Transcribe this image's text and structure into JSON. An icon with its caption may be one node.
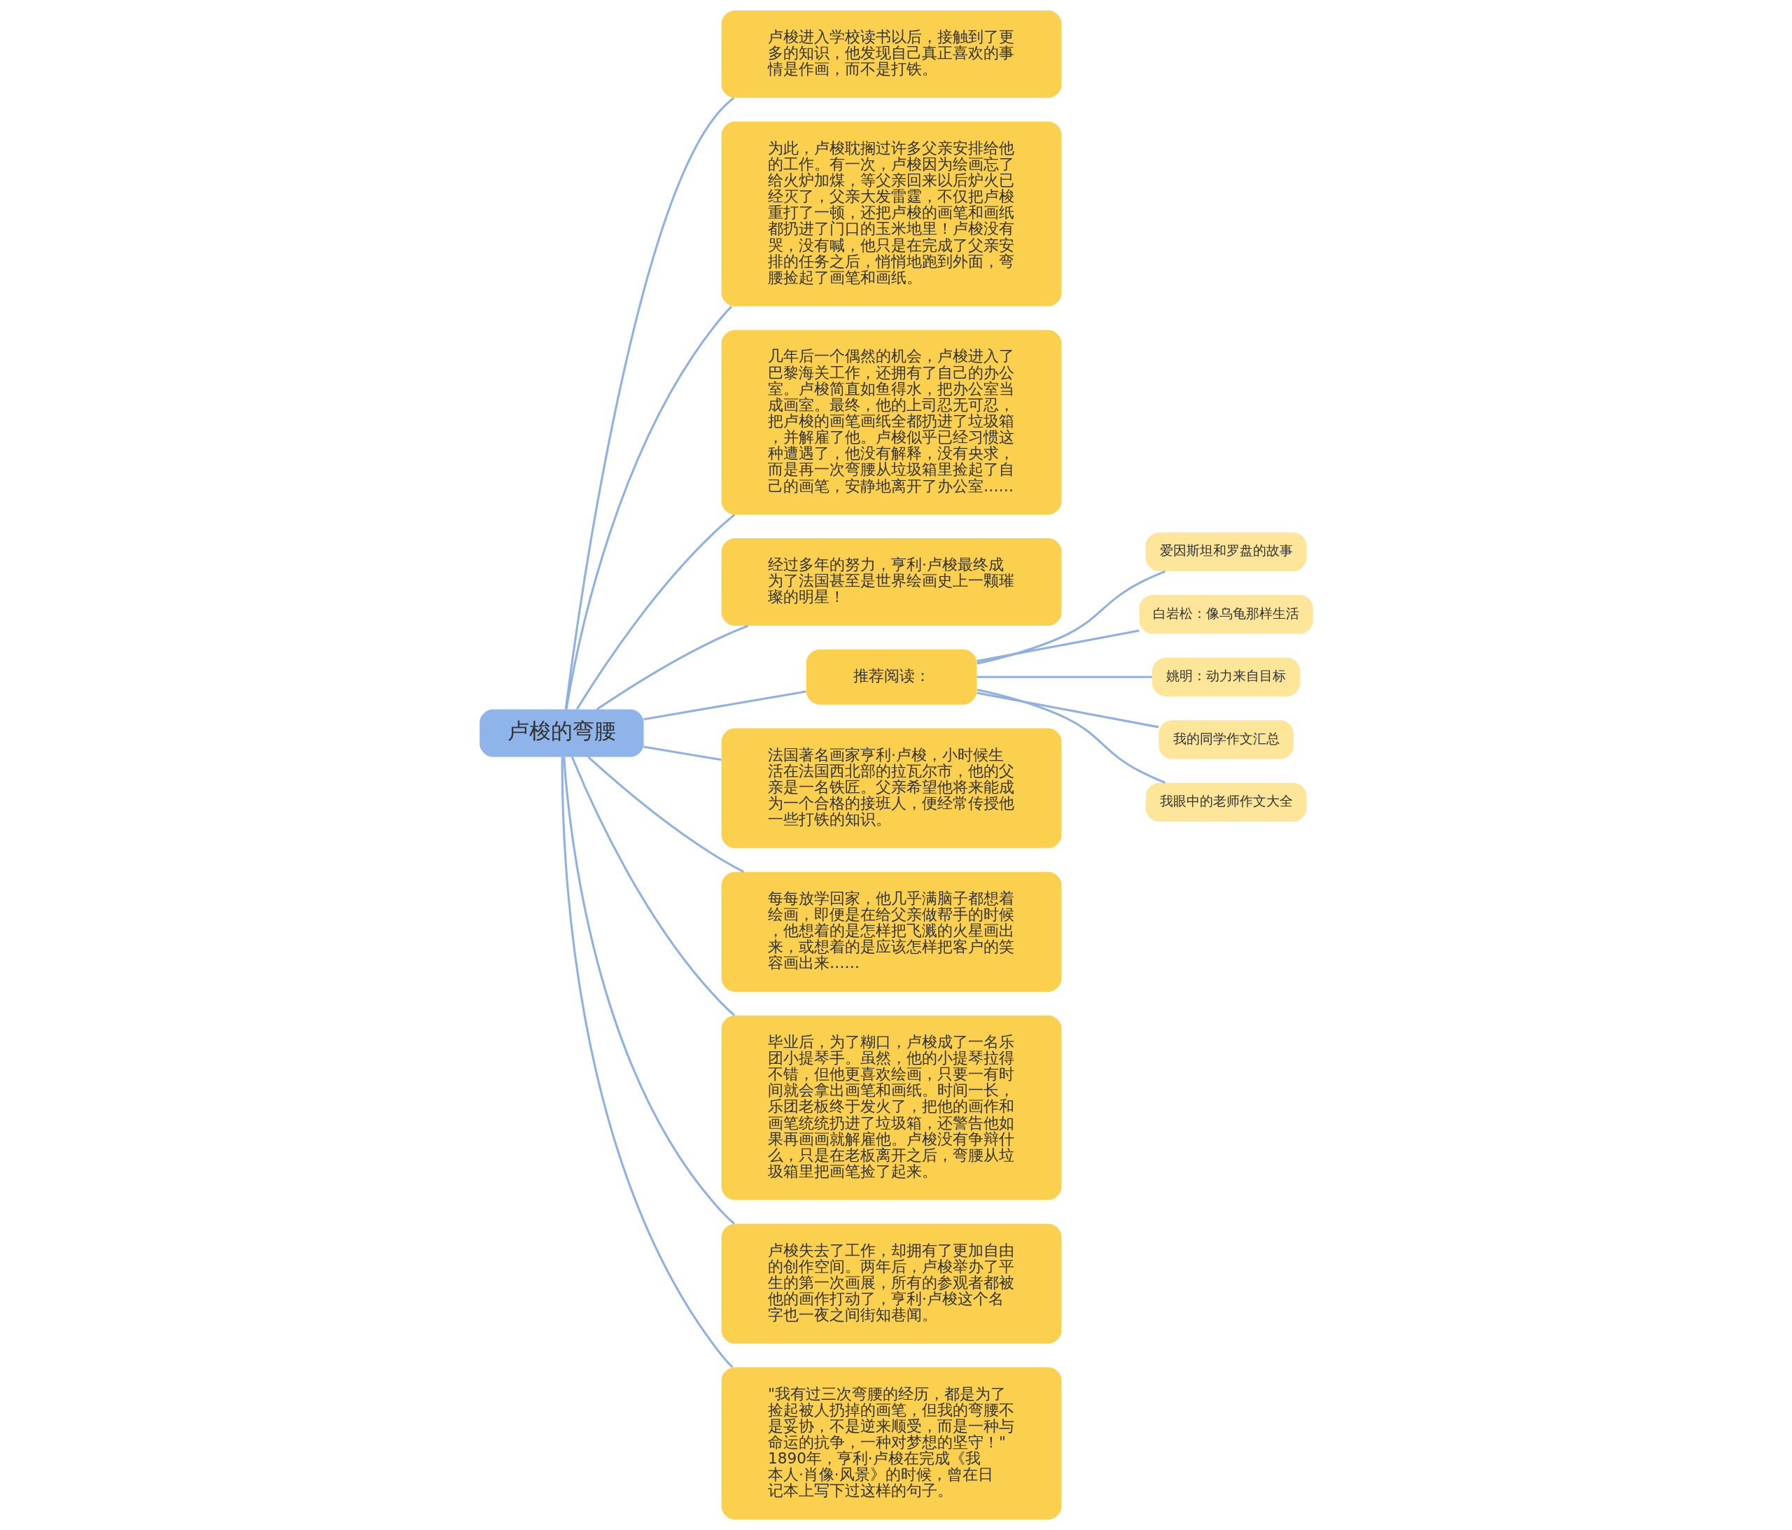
{
  "diagram": {
    "nodes": [
      {
        "text": [
          "卢梭的弯腰"
        ]
      },
      {
        "text": [
          "卢梭进入学校读书以后，接触到了更多的知识，他发现自己真正喜欢的事情是作画，而不是打铁。"
        ]
      },
      {
        "text": [
          "为此，卢梭耽搁过许多父亲安排给他的工作。有一次，卢梭因为绘画忘了给火炉加煤，等父亲回来以后炉火已经灭了，父亲大发雷霆，不仅把卢梭重打了一顿，还把卢梭的画笔和画纸都扔进了门口的玉米地里！卢梭没有哭，没有喊，他只是在完成了父亲安排的任务之后，悄悄地跑到外面，弯腰捡起了画笔和画纸。"
        ]
      },
      {
        "text": [
          "几年后一个偶然的机会，卢梭进入了巴黎海关工作，还拥有了自己的办公室。卢梭简直如鱼得水，把办公室当成画室。最终，他的上司忍无可忍，把卢梭的画笔画纸全都扔进了垃圾箱，并解雇了他。卢梭似乎已经习惯这种遭遇了，他没有解释，没有央求，而是再一次弯腰从垃圾箱里捡起了自己的画笔，安静地离开了办公室……"
        ]
      },
      {
        "text": [
          "经过多年的努力，亨利·卢梭最终成为了法国甚至是世界绘画史上一颗璀璨的明星！"
        ]
      },
      {
        "text": [
          "推荐阅读："
        ]
      },
      {
        "text": [
          "爱因斯坦和罗盘的故事"
        ]
      },
      {
        "text": [
          "白岩松：像乌龟那样生活"
        ]
      },
      {
        "text": [
          "姚明：动力来自目标"
        ]
      },
      {
        "text": [
          "我的同学作文汇总"
        ]
      },
      {
        "text": [
          "我眼中的老师作文大全"
        ]
      },
      {
        "text": [
          "法国著名画家亨利·卢梭，小时候生活在法国西北部的拉瓦尔市，他的父亲是一名铁匠。父亲希望他将来能成为一个合格的接班人，便经常传授他一些打铁的知识。"
        ]
      },
      {
        "text": [
          "每每放学回家，他几乎满脑子都想着绘画，即便是在给父亲做帮手的时候，他想着的是怎样把飞溅的火星画出来，或想着的是应该怎样把客户的笑容画出来……"
        ]
      },
      {
        "text": [
          "毕业后，为了糊口，卢梭成了一名乐团小提琴手。虽然，他的小提琴拉得不错，但他更喜欢绘画，只要一有时间就会拿出画笔和画纸。时间一长，乐团老板终于发火了，把他的画作和画笔统统扔进了垃圾箱，还警告他如果再画画就解雇他。卢梭没有争辩什么，只是在老板离开之后，弯腰从垃圾箱里把画笔捡了起来。"
        ]
      },
      {
        "text": [
          "卢梭失去了工作，却拥有了更加自由的创作空间。两年后，卢梭举办了平生的第一次画展，所有的参观者都被他的画作打动了，亨利·卢梭这个名字也一夜之间街知巷闻。"
        ]
      },
      {
        "text": [
          "\"我有过三次弯腰的经历，都是为了捡起被人扔掉的画笔，但我的弯腰不是妥协，不是逆来顺受，而是一种与命运的抗争，一种对梦想的坚守！\"1890年，亨利·卢梭在完成《我本人·肖像·风景》的时候，曾在日记本上写下过这样的句子。"
        ]
      }
    ],
    "edges": [
      {
        "from": 0,
        "to": 1,
        "arrow": "none"
      },
      {
        "from": 0,
        "to": 2,
        "arrow": "none"
      },
      {
        "from": 0,
        "to": 3,
        "arrow": "none"
      },
      {
        "from": 0,
        "to": 4,
        "arrow": "none"
      },
      {
        "from": 0,
        "to": 5,
        "arrow": "none"
      },
      {
        "from": 5,
        "to": 6,
        "arrow": "none"
      },
      {
        "from": 5,
        "to": 7,
        "arrow": "none"
      },
      {
        "from": 5,
        "to": 8,
        "arrow": "none"
      },
      {
        "from": 5,
        "to": 9,
        "arrow": "none"
      },
      {
        "from": 5,
        "to": 10,
        "arrow": "none"
      },
      {
        "from": 0,
        "to": 11,
        "arrow": "none"
      },
      {
        "from": 0,
        "to": 12,
        "arrow": "none"
      },
      {
        "from": 0,
        "to": 13,
        "arrow": "none"
      },
      {
        "from": 0,
        "to": 14,
        "arrow": "none"
      },
      {
        "from": 0,
        "to": 15,
        "arrow": "none"
      }
    ]
  }
}
